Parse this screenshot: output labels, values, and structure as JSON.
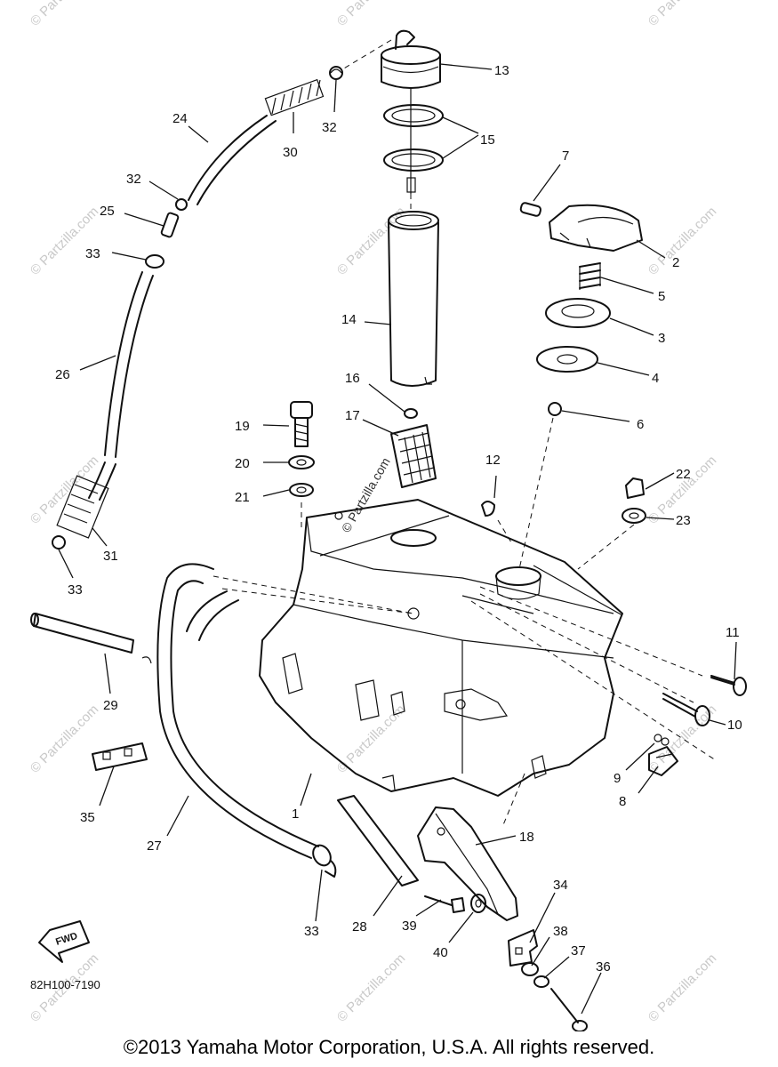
{
  "diagram": {
    "callouts": {
      "c1": "1",
      "c2": "2",
      "c3": "3",
      "c4": "4",
      "c5": "5",
      "c6": "6",
      "c7": "7",
      "c8": "8",
      "c9": "9",
      "c10": "10",
      "c11": "11",
      "c12": "12",
      "c13": "13",
      "c14": "14",
      "c15": "15",
      "c16": "16",
      "c17": "17",
      "c18": "18",
      "c19": "19",
      "c20": "20",
      "c21": "21",
      "c22": "22",
      "c23": "23",
      "c24": "24",
      "c25": "25",
      "c26": "26",
      "c27": "27",
      "c28": "28",
      "c29": "29",
      "c30": "30",
      "c31": "31",
      "c32a": "32",
      "c32b": "32",
      "c33a": "33",
      "c33b": "33",
      "c33c": "33",
      "c34": "34",
      "c35": "35",
      "c36": "36",
      "c37": "37",
      "c38": "38",
      "c39": "39",
      "c40": "40"
    },
    "drawing_code": "82H100-7190",
    "fwd_label": "FWD",
    "watermark": "© Partzilla.com",
    "filter_watermark": "© Partzilla.com"
  },
  "footer": {
    "copyright": "©2013  Yamaha Motor Corporation, U.S.A. All rights reserved."
  }
}
